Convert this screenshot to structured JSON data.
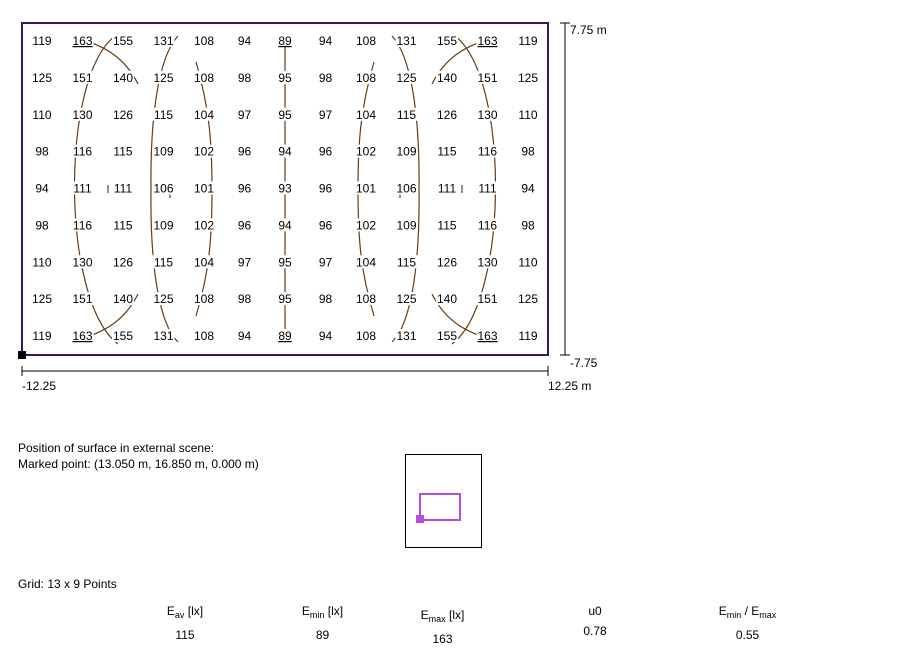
{
  "chart_data": {
    "type": "heatmap",
    "grid_label": "Grid: 13 x 9 Points",
    "rows": [
      [
        "119",
        "163",
        "155",
        "131",
        "108",
        "94",
        "89",
        "94",
        "108",
        "131",
        "155",
        "163",
        "119"
      ],
      [
        "125",
        "151",
        "140",
        "125",
        "108",
        "98",
        "95",
        "98",
        "108",
        "125",
        "140",
        "151",
        "125"
      ],
      [
        "110",
        "130",
        "126",
        "115",
        "104",
        "97",
        "95",
        "97",
        "104",
        "115",
        "126",
        "130",
        "110"
      ],
      [
        "98",
        "116",
        "115",
        "109",
        "102",
        "96",
        "94",
        "96",
        "102",
        "109",
        "115",
        "116",
        "98"
      ],
      [
        "94",
        "111",
        "111",
        "106",
        "101",
        "96",
        "93",
        "96",
        "101",
        "106",
        "111",
        "111",
        "94"
      ],
      [
        "98",
        "116",
        "115",
        "109",
        "102",
        "96",
        "94",
        "96",
        "102",
        "109",
        "115",
        "116",
        "98"
      ],
      [
        "110",
        "130",
        "126",
        "115",
        "104",
        "97",
        "95",
        "97",
        "104",
        "115",
        "126",
        "130",
        "110"
      ],
      [
        "125",
        "151",
        "140",
        "125",
        "108",
        "98",
        "95",
        "98",
        "108",
        "125",
        "140",
        "151",
        "125"
      ],
      [
        "119",
        "163",
        "155",
        "131",
        "108",
        "94",
        "89",
        "94",
        "108",
        "131",
        "155",
        "163",
        "119"
      ]
    ],
    "x_range": [
      -12.25,
      12.25
    ],
    "y_range": [
      -7.75,
      7.75
    ],
    "x_tick_labels": [
      "-12.25",
      "12.25 m"
    ],
    "y_tick_labels": [
      "7.75 m",
      "-7.75"
    ],
    "underlined_values": [
      "163",
      "89"
    ],
    "contour_color": "#6b3a10",
    "border_color": "#3c1361"
  },
  "position": {
    "heading": "Position of surface in external scene:",
    "marked_point": "Marked point: (13.050 m, 16.850 m, 0.000 m)",
    "marker_color": "#b44ee0"
  },
  "stats": {
    "e_av": {
      "symbol": "E",
      "sub": "av",
      "unit": " [lx]",
      "value": "115"
    },
    "e_min": {
      "symbol": "E",
      "sub": "min",
      "unit": " [lx]",
      "value": "89"
    },
    "e_max": {
      "symbol": "E",
      "sub": "max",
      "unit": " [lx]",
      "value": "163"
    },
    "u0": {
      "label": "u0",
      "value": "0.78"
    },
    "ratio": {
      "symbol": "E",
      "sub": "min",
      "slash": " / ",
      "symbol2": "E",
      "sub2": "max",
      "value": "0.55"
    }
  }
}
